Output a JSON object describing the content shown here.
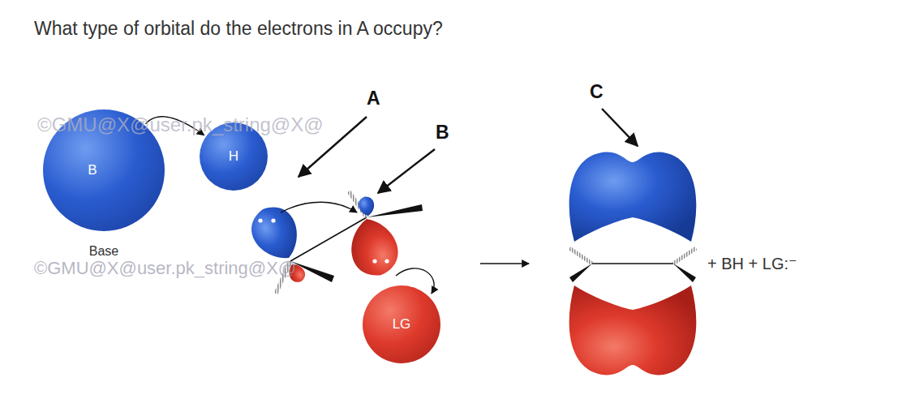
{
  "diagram": {
    "title": "What type of orbital do the electrons in A occupy?",
    "nodes": [
      {
        "text": [
          "B",
          "Base"
        ]
      },
      {
        "text": [
          "H"
        ]
      },
      {
        "text": [
          "LG"
        ]
      }
    ],
    "edges": [
      {
        "from": 0,
        "to": 1,
        "arrow": "to"
      }
    ],
    "labels": [
      "A",
      "B",
      "C",
      "+ BH + LG:⁻",
      "©GMU@X@user.pk_string@X@",
      "©GMU@X@user.pk_string@X@"
    ]
  }
}
